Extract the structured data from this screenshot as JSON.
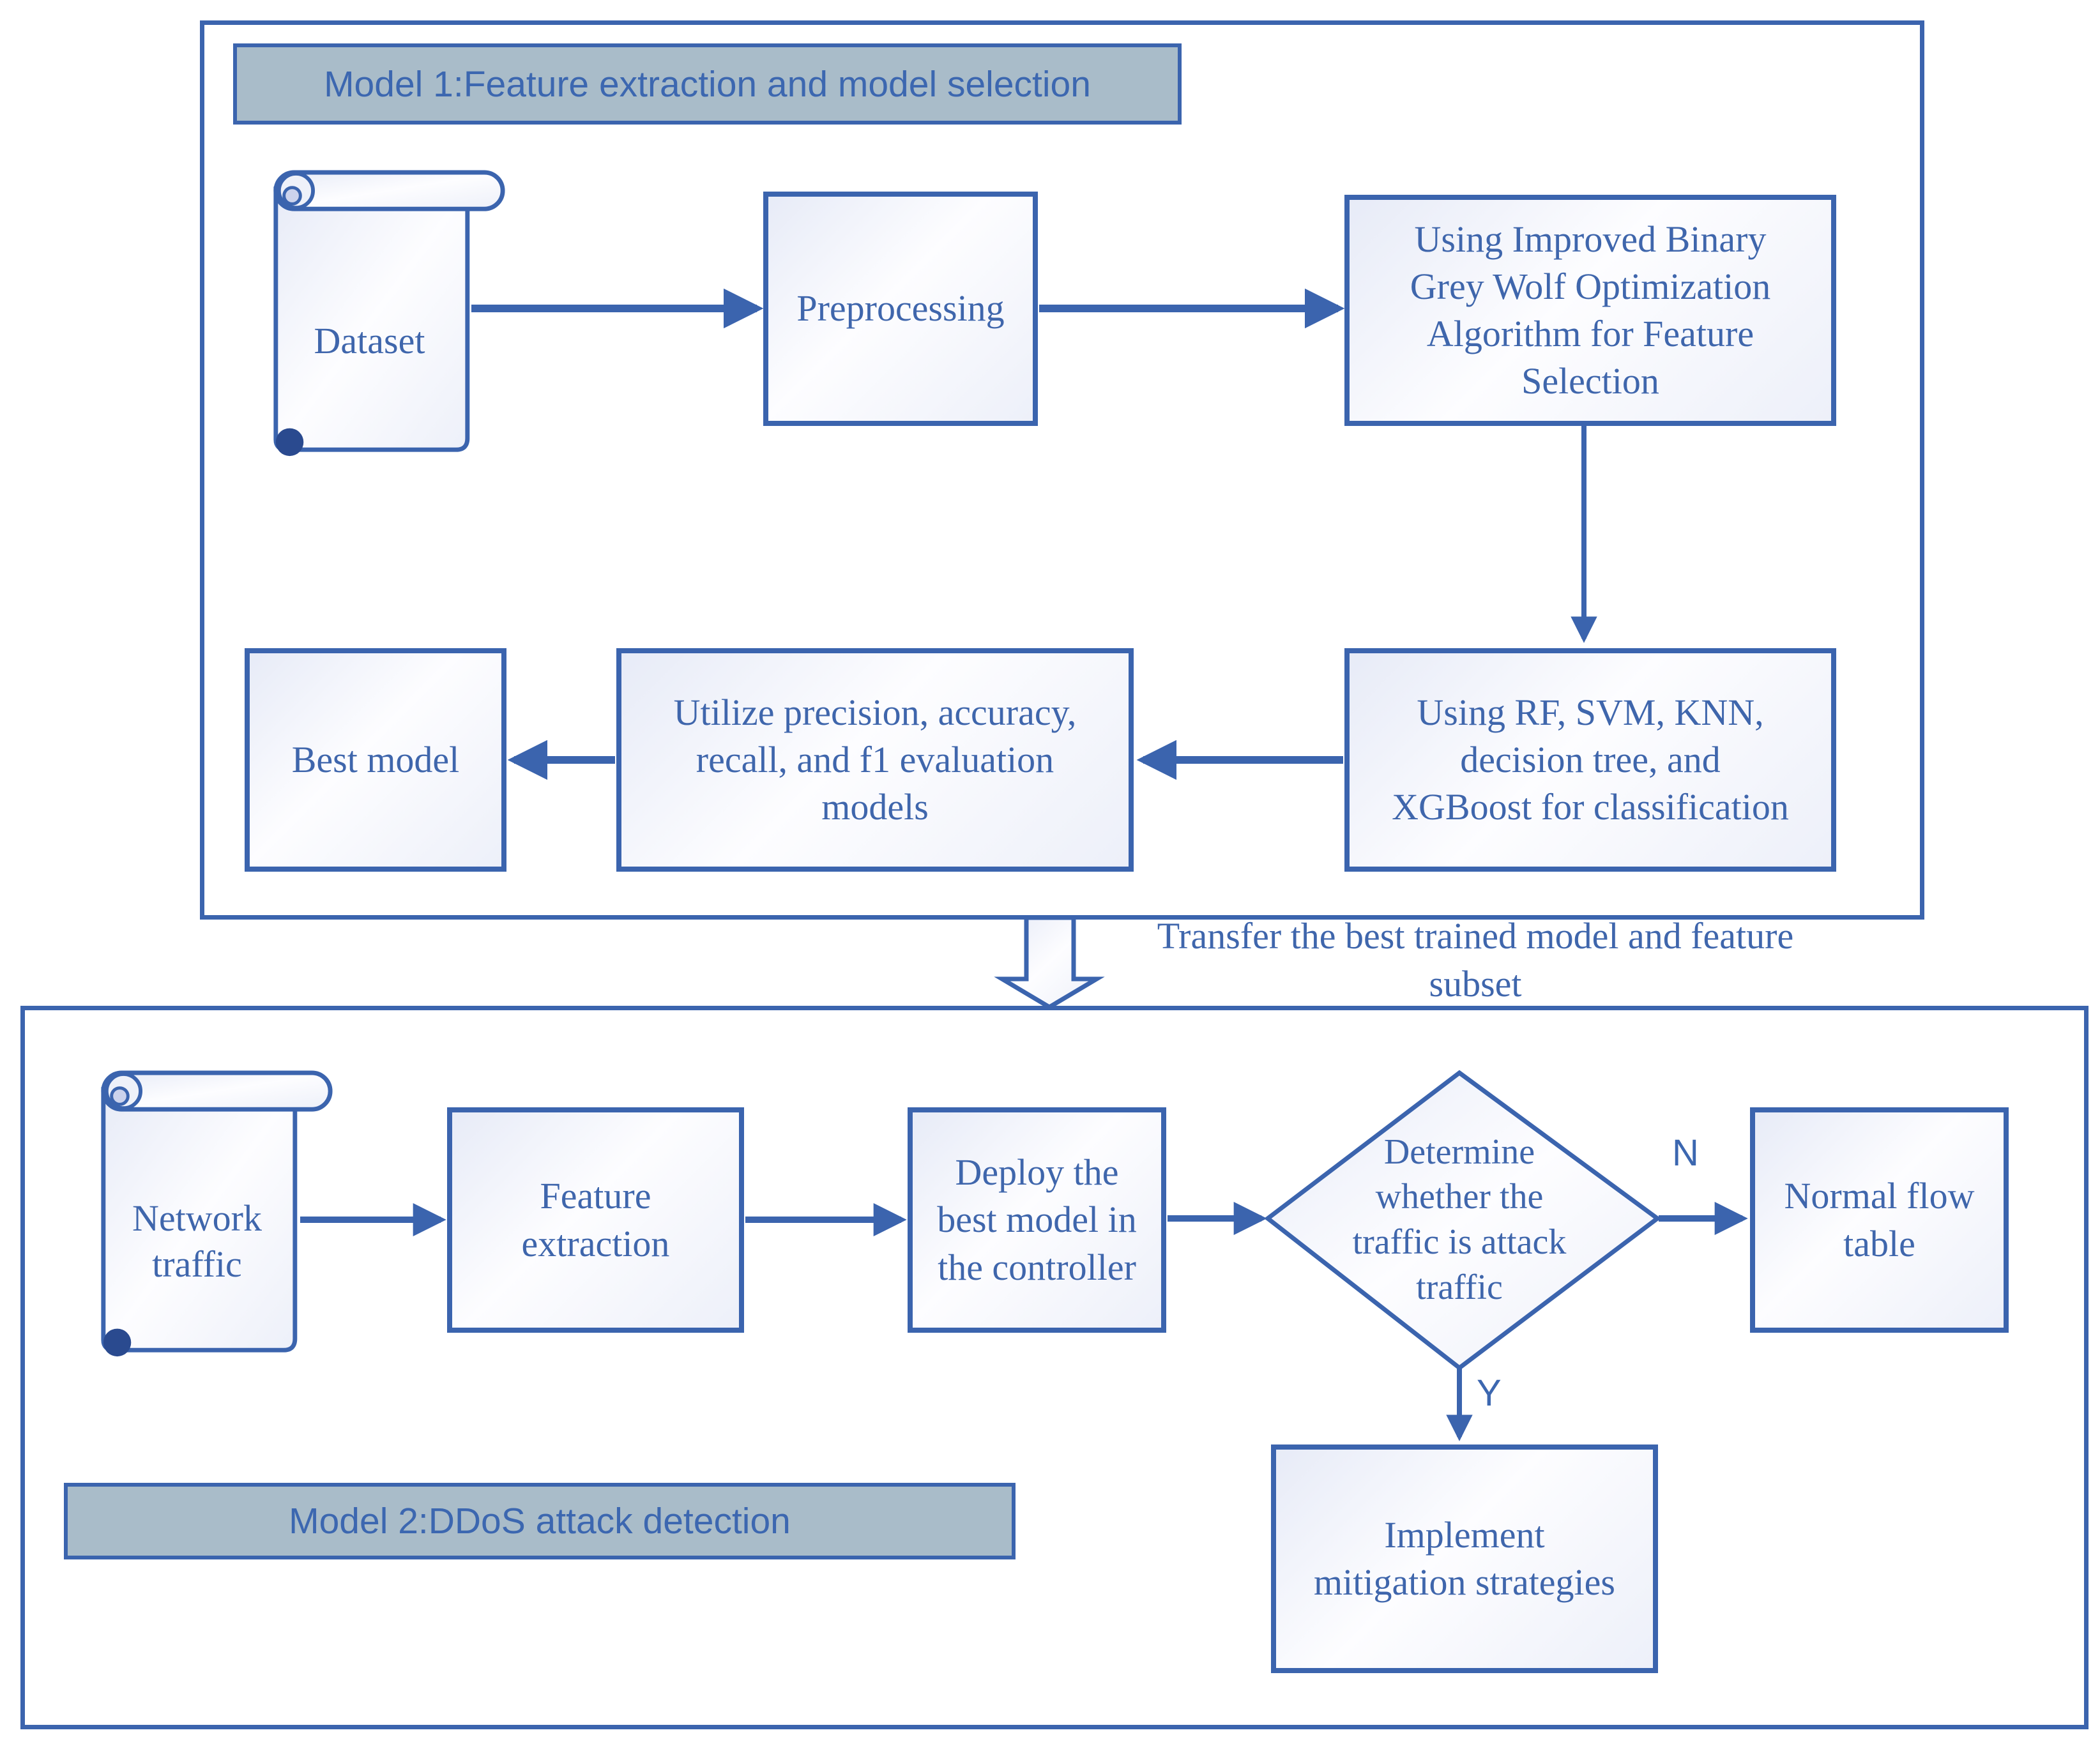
{
  "figure": {
    "type": "flowchart",
    "theme_colors": {
      "accent_blue": "#3b64ae",
      "text_blue": "#3f66ac",
      "banner_fill": "#a9bcc9",
      "node_fill_light": "#edf0f9",
      "scroll_curl_dark": "#2a4a8f"
    }
  },
  "section1": {
    "title": "Model 1:Feature extraction and model selection",
    "nodes": {
      "dataset": "Dataset",
      "preprocessing": "Preprocessing",
      "feature_selection": "Using Improved Binary\nGrey Wolf Optimization\nAlgorithm for Feature\nSelection",
      "classification": "Using RF, SVM, KNN,\ndecision tree, and\nXGBoost for classification",
      "evaluation": "Utilize precision, accuracy,\nrecall, and f1 evaluation\nmodels",
      "best_model": "Best model"
    }
  },
  "transfer": {
    "label": "Transfer the best trained model and feature\nsubset"
  },
  "section2": {
    "title": "Model 2:DDoS attack detection",
    "nodes": {
      "network_traffic": "Network\ntraffic",
      "feature_extraction": "Feature\nextraction",
      "deploy": "Deploy the\nbest model in\nthe controller",
      "decision": "Determine\nwhether the\ntraffic is attack\ntraffic",
      "normal_flow_table": "Normal flow\ntable",
      "mitigation": "Implement\nmitigation strategies"
    },
    "branch_labels": {
      "no": "N",
      "yes": "Y"
    }
  }
}
